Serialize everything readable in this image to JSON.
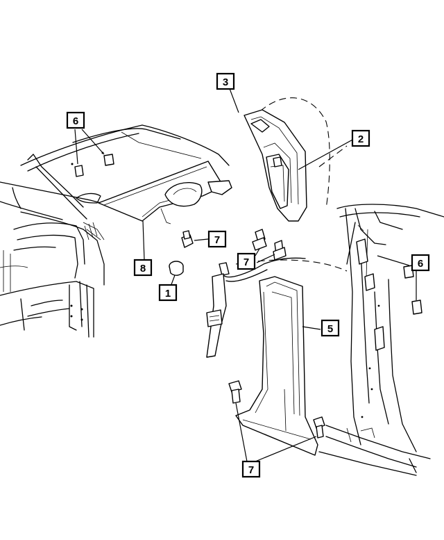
{
  "callouts": [
    {
      "id": "callout-1",
      "label": "1"
    },
    {
      "id": "callout-2",
      "label": "2"
    },
    {
      "id": "callout-3",
      "label": "3"
    },
    {
      "id": "callout-5",
      "label": "5"
    },
    {
      "id": "callout-6-left",
      "label": "6"
    },
    {
      "id": "callout-6-right",
      "label": "6"
    },
    {
      "id": "callout-7-visor",
      "label": "7"
    },
    {
      "id": "callout-7-pillar",
      "label": "7"
    },
    {
      "id": "callout-7-bottom",
      "label": "7"
    },
    {
      "id": "callout-8",
      "label": "8"
    }
  ],
  "colors": {
    "line": "#000000",
    "background": "#ffffff"
  }
}
